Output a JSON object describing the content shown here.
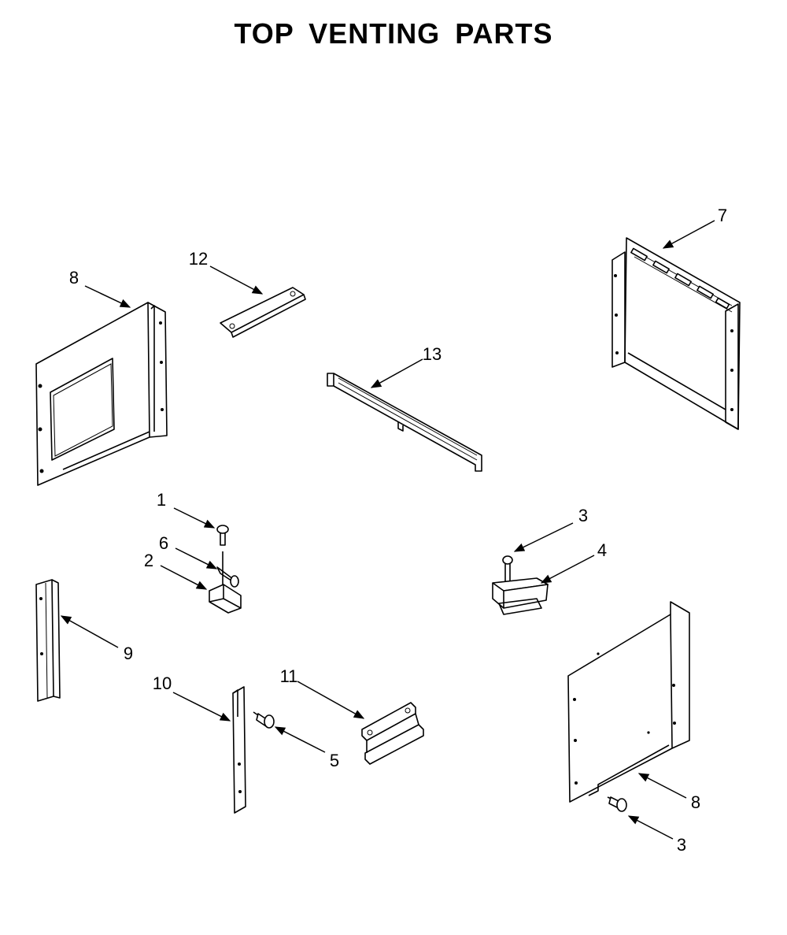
{
  "title": "TOP VENTING PARTS",
  "callouts": {
    "c1": "1",
    "c2": "2",
    "c3a": "3",
    "c3b": "3",
    "c4": "4",
    "c5": "5",
    "c6": "6",
    "c7": "7",
    "c8a": "8",
    "c8b": "8",
    "c9": "9",
    "c10": "10",
    "c11": "11",
    "c12": "12",
    "c13": "13"
  }
}
